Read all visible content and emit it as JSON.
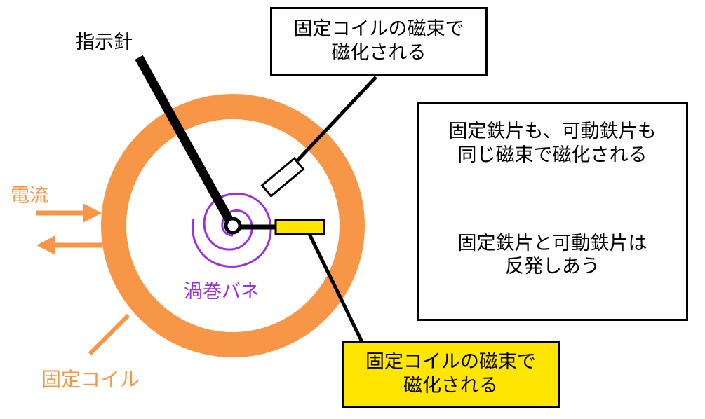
{
  "labels": {
    "pointer": "指示針",
    "current": "電流",
    "spiral_spring": "渦巻バネ",
    "fixed_coil": "固定コイル"
  },
  "callout_top": {
    "line1": "固定コイルの磁束で",
    "line2": "磁化される"
  },
  "callout_bottom": {
    "line1": "固定コイルの磁束で",
    "line2": "磁化される"
  },
  "explanation": {
    "line1": "固定鉄片も、可動鉄片も",
    "line2": "同じ磁束で磁化される",
    "line3": "固定鉄片と可動鉄片は",
    "line4": "反発しあう"
  },
  "colors": {
    "coil": "#f79646",
    "spring": "#9b30e0",
    "movable_iron": "#ffe600",
    "outline": "#000000"
  },
  "icons": {
    "arrow_down": "down-arrow-icon"
  }
}
